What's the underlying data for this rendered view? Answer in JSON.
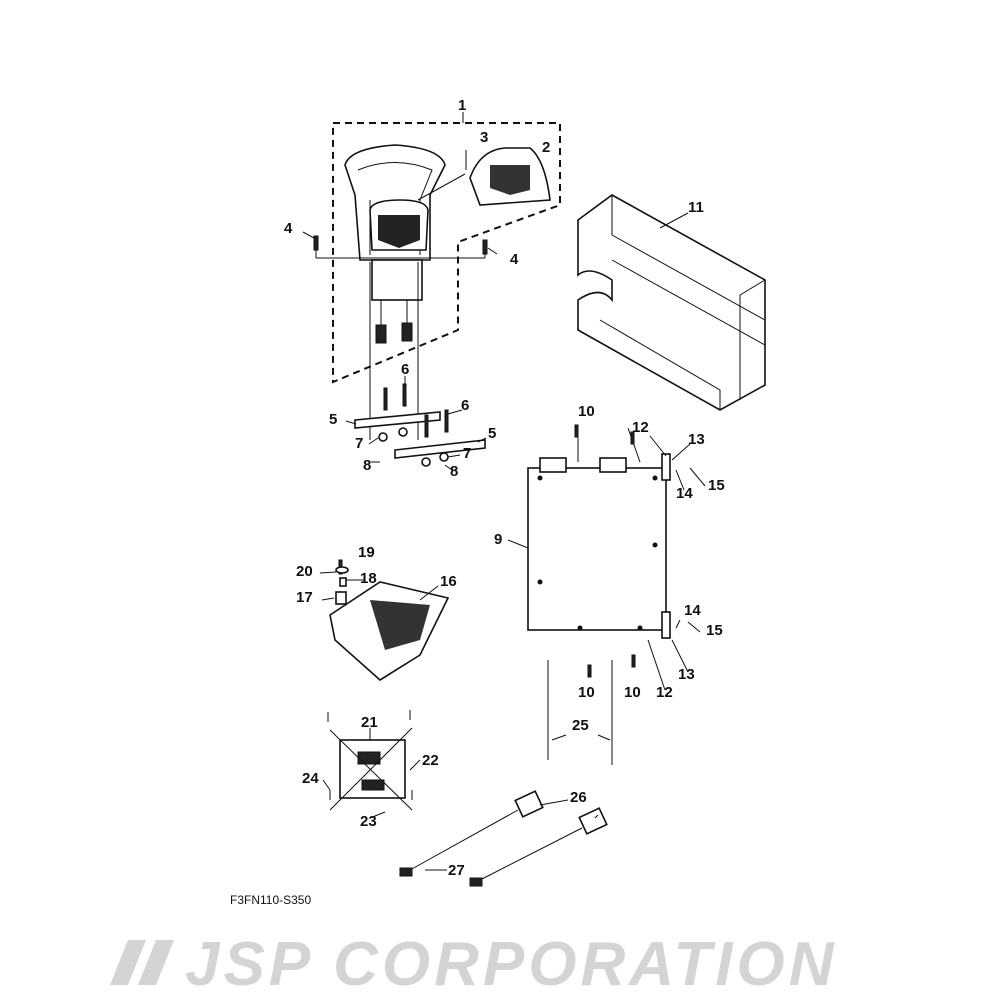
{
  "watermark": "JSP CORPORATION",
  "diagram_code": "F3FN110-S350",
  "callouts": [
    "1",
    "2",
    "3",
    "4",
    "4",
    "5",
    "5",
    "6",
    "6",
    "7",
    "7",
    "8",
    "8",
    "9",
    "10",
    "10",
    "10",
    "11",
    "12",
    "12",
    "13",
    "13",
    "14",
    "14",
    "15",
    "15",
    "16",
    "17",
    "18",
    "19",
    "20",
    "21",
    "22",
    "23",
    "24",
    "25",
    "26",
    "27"
  ]
}
